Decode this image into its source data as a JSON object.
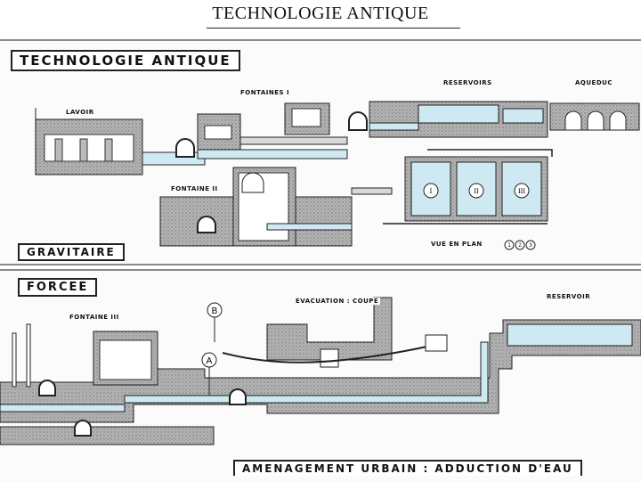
{
  "page_title": "TECHNOLOGIE ANTIQUE",
  "top_panel": {
    "heading": "TECHNOLOGIE ANTIQUE",
    "mode": "GRAVITAIRE",
    "labels": {
      "lavoir": "LAVOIR",
      "fontaines_1": "FONTAINES I",
      "fontaine_2": "FONTAINE II",
      "reservoirs": "RESERVOIRS",
      "aqueduc": "AQUEDUC",
      "vue_en_plan": "VUE EN PLAN"
    },
    "tanks": [
      "I",
      "II",
      "III"
    ],
    "circles": [
      "1",
      "2",
      "3"
    ]
  },
  "bottom_panel": {
    "mode": "FORCEE",
    "footer": "AMENAGEMENT URBAIN : ADDUCTION D'EAU",
    "labels": {
      "fontaine_3": "FONTAINE III",
      "evacuation": "EVACUATION : COUPE",
      "reservoir": "RESERVOIR"
    },
    "markers": [
      "B",
      "A"
    ]
  },
  "colors": {
    "water": "#cfe9f2",
    "masonry": "#9a9a9a",
    "ink": "#1a1a1a"
  }
}
